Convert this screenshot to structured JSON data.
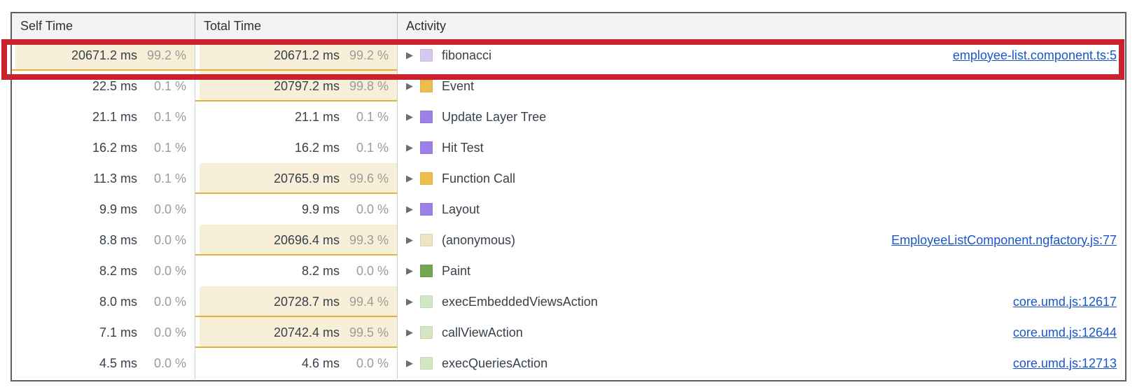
{
  "header": {
    "self_time": "Self Time",
    "total_time": "Total Time",
    "activity": "Activity"
  },
  "colors": {
    "hot_fill": "#f7efd7",
    "hot_border": "#e7b03d",
    "link": "#1a56cc",
    "annotation_red": "#c8232c",
    "icon_palette": {
      "scripting_light": "#d8c7ef",
      "scripting": "#edbe4d",
      "rendering": "#9d80e8",
      "anonymous": "#ede4c4",
      "painting": "#72a653",
      "pale_green": "#d3e7c3"
    }
  },
  "icons": {
    "disclosure": "triangle-right-icon"
  },
  "rows": [
    {
      "self": "20671.2 ms",
      "self_pct": "99.2 %",
      "total": "20671.2 ms",
      "total_pct": "99.2 %",
      "activity": "fibonacci",
      "icon": "scripting_light",
      "link": "employee-list.component.ts:5",
      "annotated": true
    },
    {
      "self": "22.5 ms",
      "self_pct": "0.1 %",
      "total": "20797.2 ms",
      "total_pct": "99.8 %",
      "activity": "Event",
      "icon": "scripting",
      "link": "",
      "annotated": false
    },
    {
      "self": "21.1 ms",
      "self_pct": "0.1 %",
      "total": "21.1 ms",
      "total_pct": "0.1 %",
      "activity": "Update Layer Tree",
      "icon": "rendering",
      "link": "",
      "annotated": false
    },
    {
      "self": "16.2 ms",
      "self_pct": "0.1 %",
      "total": "16.2 ms",
      "total_pct": "0.1 %",
      "activity": "Hit Test",
      "icon": "rendering",
      "link": "",
      "annotated": false
    },
    {
      "self": "11.3 ms",
      "self_pct": "0.1 %",
      "total": "20765.9 ms",
      "total_pct": "99.6 %",
      "activity": "Function Call",
      "icon": "scripting",
      "link": "",
      "annotated": false
    },
    {
      "self": "9.9 ms",
      "self_pct": "0.0 %",
      "total": "9.9 ms",
      "total_pct": "0.0 %",
      "activity": "Layout",
      "icon": "rendering",
      "link": "",
      "annotated": false
    },
    {
      "self": "8.8 ms",
      "self_pct": "0.0 %",
      "total": "20696.4 ms",
      "total_pct": "99.3 %",
      "activity": "(anonymous)",
      "icon": "anonymous",
      "link": "EmployeeListComponent.ngfactory.js:77",
      "annotated": false
    },
    {
      "self": "8.2 ms",
      "self_pct": "0.0 %",
      "total": "8.2 ms",
      "total_pct": "0.0 %",
      "activity": "Paint",
      "icon": "painting",
      "link": "",
      "annotated": false
    },
    {
      "self": "8.0 ms",
      "self_pct": "0.0 %",
      "total": "20728.7 ms",
      "total_pct": "99.4 %",
      "activity": "execEmbeddedViewsAction",
      "icon": "pale_green",
      "link": "core.umd.js:12617",
      "annotated": false
    },
    {
      "self": "7.1 ms",
      "self_pct": "0.0 %",
      "total": "20742.4 ms",
      "total_pct": "99.5 %",
      "activity": "callViewAction",
      "icon": "pale_green",
      "link": "core.umd.js:12644",
      "annotated": false
    },
    {
      "self": "4.5 ms",
      "self_pct": "0.0 %",
      "total": "4.6 ms",
      "total_pct": "0.0 %",
      "activity": "execQueriesAction",
      "icon": "pale_green",
      "link": "core.umd.js:12713",
      "annotated": false
    }
  ]
}
